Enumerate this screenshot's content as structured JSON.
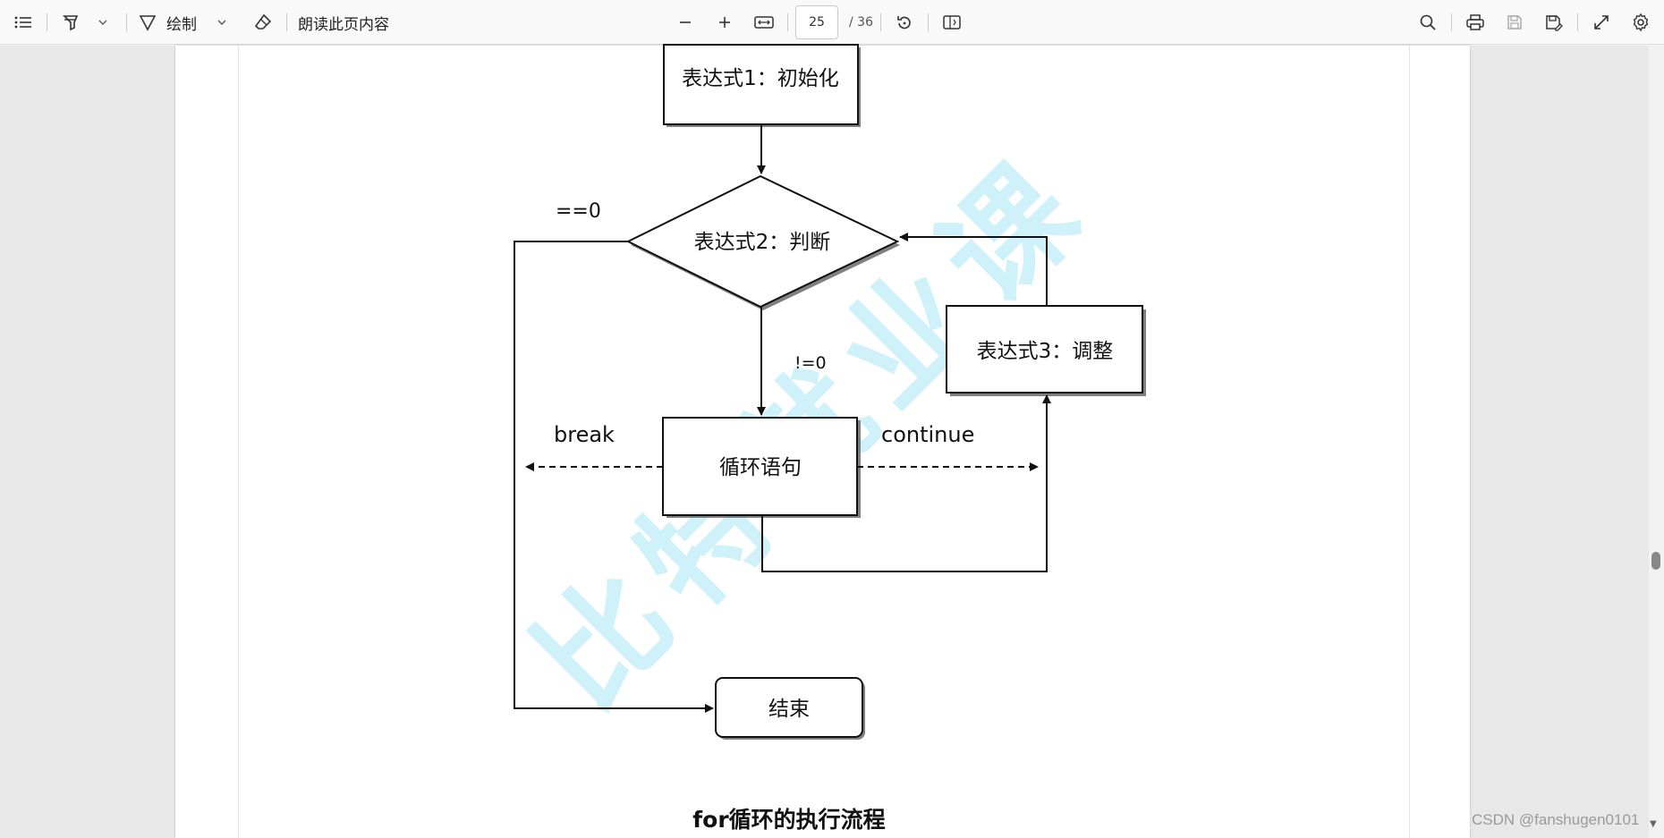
{
  "toolbar": {
    "draw_label": "绘制",
    "read_aloud_label": "朗读此页内容",
    "current_page": "25",
    "total_pages": "/ 36"
  },
  "diagram": {
    "init_box": "表达式1：初始化",
    "cond_diamond": "表达式2：判断",
    "adjust_box": "表达式3：调整",
    "body_box": "循环语句",
    "end_box": "结束",
    "label_eq0": "==0",
    "label_ne0": "!=0",
    "label_break": "break",
    "label_continue": "continue",
    "watermark": "比特就业课"
  },
  "caption": "for循环的执行流程",
  "credit": "CSDN @fanshugen0101"
}
